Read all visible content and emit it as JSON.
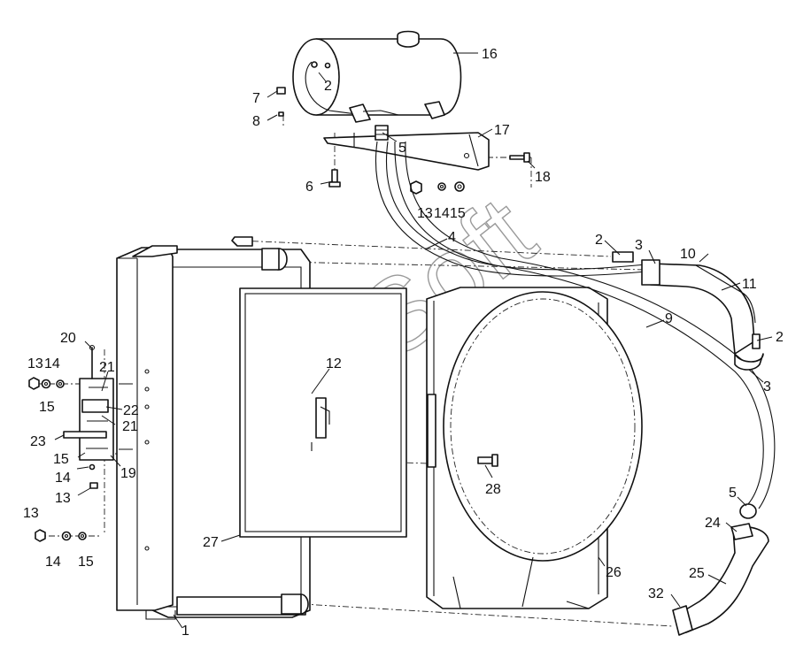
{
  "watermark": "AutoSoft",
  "colors": {
    "line": "#111111",
    "paper": "#ffffff",
    "watermark": "#9a9a9a"
  },
  "callouts": [
    "1",
    "2",
    "2",
    "2",
    "3",
    "3",
    "4",
    "5",
    "5",
    "6",
    "7",
    "8",
    "9",
    "10",
    "11",
    "12",
    "13",
    "14",
    "15",
    "13",
    "14",
    "15",
    "13",
    "14",
    "15",
    "13",
    "14",
    "15",
    "16",
    "17",
    "18",
    "19",
    "20",
    "21",
    "21",
    "22",
    "23",
    "24",
    "25",
    "26",
    "27",
    "28",
    "32"
  ]
}
